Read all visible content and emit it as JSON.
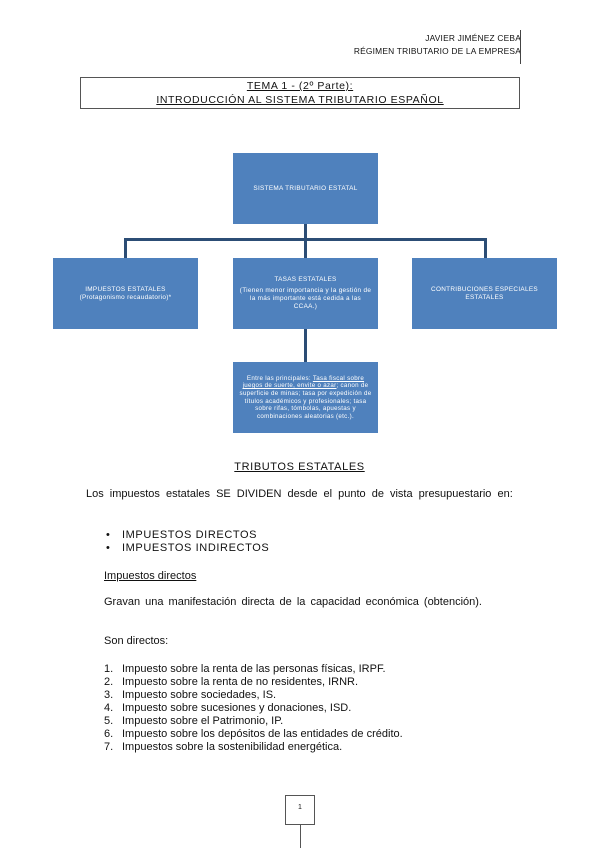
{
  "header": {
    "author": "JAVIER JIMÉNEZ CEBA",
    "subject": "RÉGIMEN TRIBUTARIO DE LA EMPRESA"
  },
  "title": {
    "line1": "TEMA 1 - (2º Parte):",
    "line2": "INTRODUCCIÓN AL SISTEMA TRIBUTARIO ESPAÑOL"
  },
  "diagram": {
    "root": "SISTEMA TRIBUTARIO ESTATAL",
    "impuestos": {
      "title": "IMPUESTOS ESTATALES",
      "note": "(Protagonismo recaudatorio)*"
    },
    "tasas": {
      "title": "TASAS ESTATALES",
      "note": "(Tienen menor importancia y la gestión de la más importante está cedida a las CCAA.)"
    },
    "contribuciones": {
      "title": "CONTRIBUCIONES ESPECIALES ESTATALES"
    },
    "detail": {
      "before": "Entre las principales: ",
      "link": "Tasa fiscal sobre juegos de suerte, envite o azar",
      "after": "; canon de superficie de minas; tasa por expedición de títulos académicos y profesionales; tasa sobre rifas, tómbolas, apuestas y combinaciones aleatorias (etc.)."
    }
  },
  "section": {
    "title": "TRIBUTOS ESTATALES",
    "intro": "Los impuestos estatales SE DIVIDEN desde el punto de vista presupuestario en:",
    "bullets": [
      "IMPUESTOS DIRECTOS",
      "IMPUESTOS INDIRECTOS"
    ],
    "subheading": "Impuestos directos",
    "description": "Gravan una manifestación directa de la capacidad económica (obtención).",
    "list_intro": "Son directos:",
    "list": [
      {
        "num": "1.",
        "text": "Impuesto sobre la renta de las personas físicas, IRPF."
      },
      {
        "num": "2.",
        "text": "Impuesto sobre la renta de no residentes, IRNR."
      },
      {
        "num": "3.",
        "text": "Impuesto sobre sociedades, IS."
      },
      {
        "num": "4.",
        "text": "Impuesto sobre sucesiones y donaciones, ISD."
      },
      {
        "num": "5.",
        "text": "Impuesto sobre el Patrimonio, IP."
      },
      {
        "num": "6.",
        "text": "Impuesto sobre los depósitos de las entidades de crédito."
      },
      {
        "num": "7.",
        "text": "Impuestos sobre la sostenibilidad energética."
      }
    ]
  },
  "footer": {
    "page_number": "1"
  },
  "colors": {
    "box": "#4f81bd",
    "connector": "#2c4d75"
  }
}
